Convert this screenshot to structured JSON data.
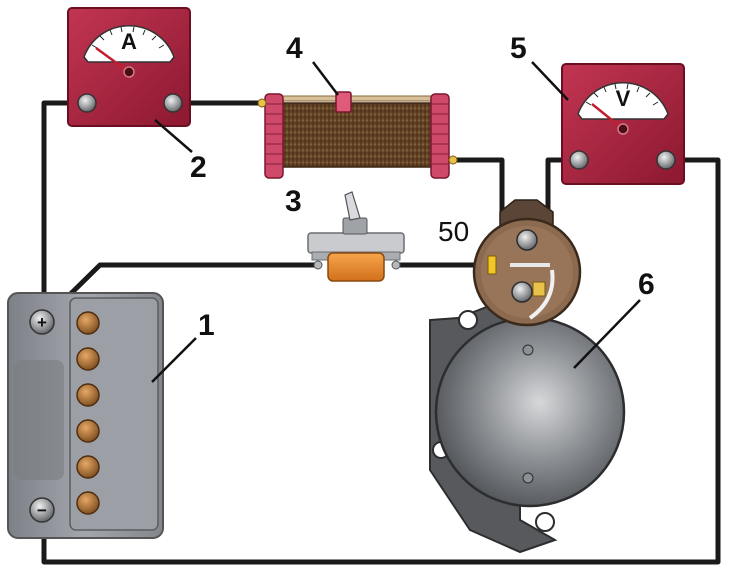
{
  "callouts": {
    "battery": "1",
    "ammeter": "2",
    "switch": "3",
    "rheostat": "4",
    "voltmeter": "5",
    "starter": "6",
    "terminal_50": "50"
  },
  "meters": {
    "ammeter_letter": "A",
    "voltmeter_letter": "V"
  },
  "battery": {
    "positive_symbol": "+",
    "negative_symbol": "−",
    "cell_count": 6
  },
  "colors": {
    "meter_body": "#a8223a",
    "battery_body": "#8f9399",
    "switch_base": "#e8892a",
    "starter_body": "#6f7276",
    "wire": "#1a1a1a",
    "rheostat_coil": "#6b4a2e"
  }
}
